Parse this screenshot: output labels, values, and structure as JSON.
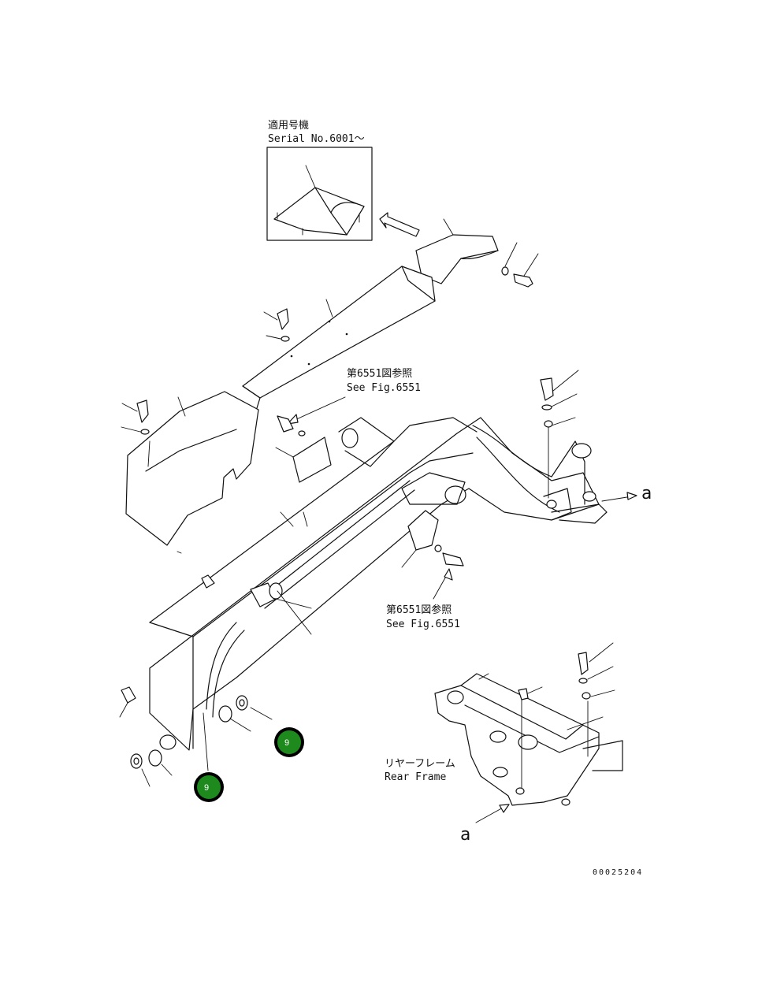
{
  "inset": {
    "title_jp": "適用号機",
    "title_en": "Serial No.6001～"
  },
  "refs": {
    "upper_jp": "第6551図参照",
    "upper_en": "See Fig.6551",
    "lower_jp": "第6551図参照",
    "lower_en": "See Fig.6551"
  },
  "rear_frame": {
    "label_jp": "リヤーフレーム",
    "label_en": "Rear Frame"
  },
  "markers": {
    "a_right": "a",
    "a_bottom": "a"
  },
  "drawing_number": "00025204",
  "hotspots": [
    {
      "label": "9",
      "color": "#1e8a1e"
    },
    {
      "label": "9",
      "color": "#1e8a1e"
    }
  ]
}
